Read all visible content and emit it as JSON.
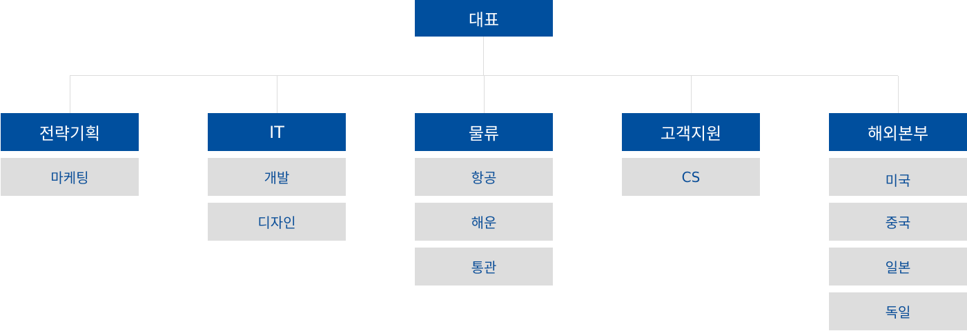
{
  "org_chart": {
    "root": {
      "label": "대표"
    },
    "departments": [
      {
        "label": "전략기획",
        "teams": [
          "마케팅"
        ]
      },
      {
        "label": "IT",
        "teams": [
          "개발",
          "디자인"
        ]
      },
      {
        "label": "물류",
        "teams": [
          "항공",
          "해운",
          "통관"
        ]
      },
      {
        "label": "고객지원",
        "teams": [
          "CS"
        ]
      },
      {
        "label": "해외본부",
        "teams": [
          "미국",
          "중국",
          "일본",
          "독일"
        ]
      }
    ]
  },
  "colors": {
    "header_background": "#004f9e",
    "header_text": "#ffffff",
    "team_background": "#dddddd",
    "team_text": "#0b4e98",
    "connector": "#dcdcdc"
  }
}
